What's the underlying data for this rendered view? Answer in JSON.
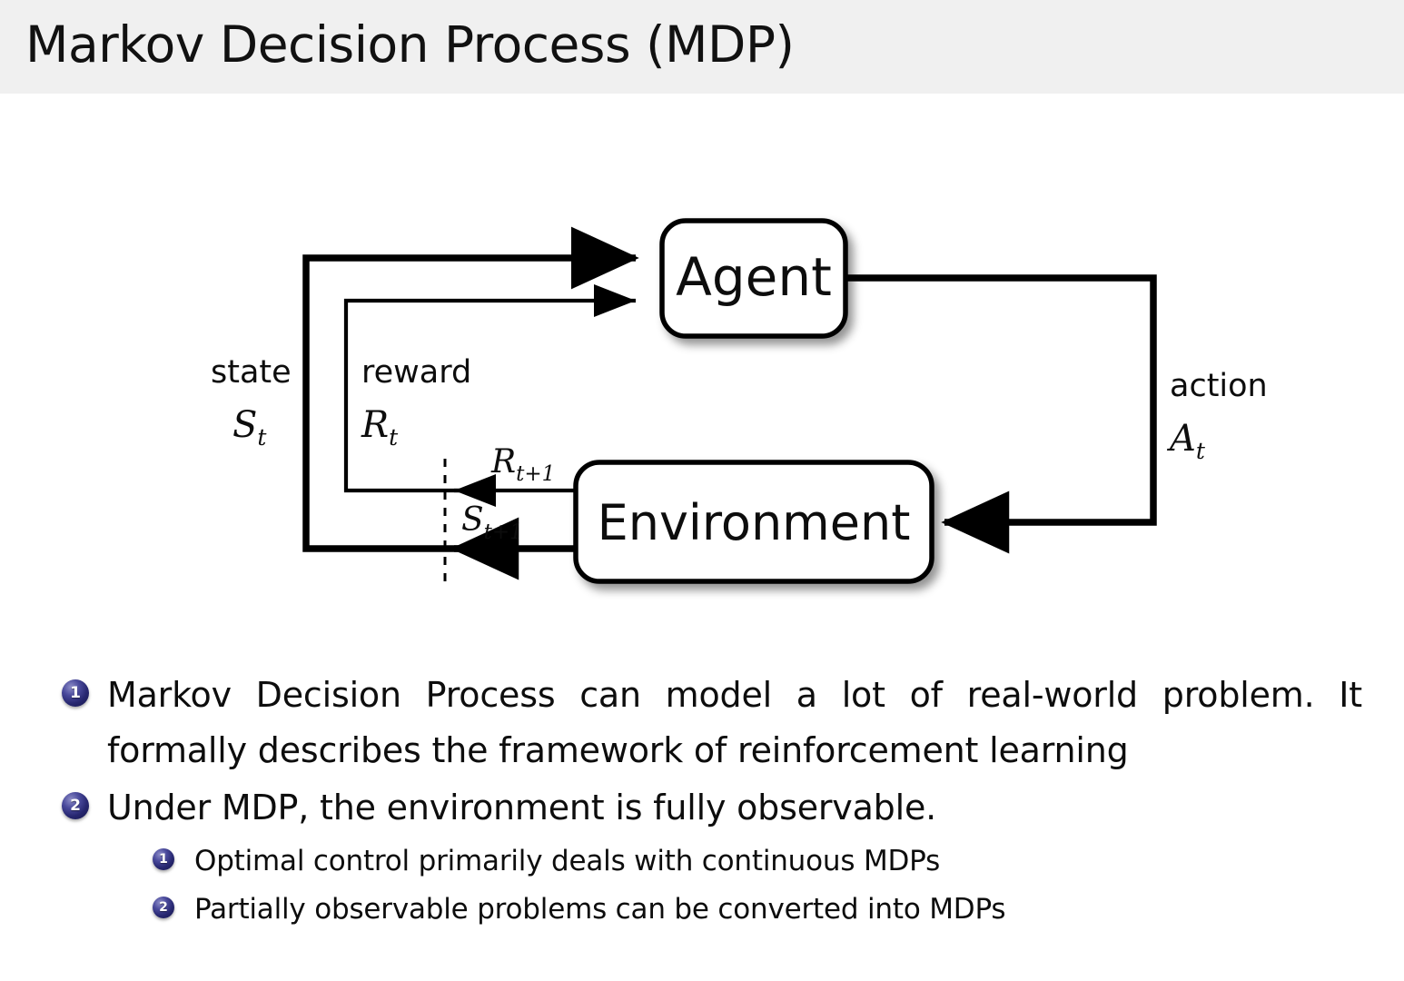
{
  "header": {
    "title": "Markov Decision Process (MDP)",
    "bar_color": "#f0f0f0"
  },
  "diagram": {
    "name": "agent-environment-interaction-loop",
    "nodes": {
      "agent": "Agent",
      "environment": "Environment"
    },
    "labels": {
      "state_word": "state",
      "state_symbol_base": "S",
      "state_symbol_sub": "t",
      "reward_word": "reward",
      "reward_symbol_base": "R",
      "reward_symbol_sub": "t",
      "action_word": "action",
      "action_symbol_base": "A",
      "action_symbol_sub": "t",
      "next_reward_base": "R",
      "next_reward_sub": "t+1",
      "next_state_base": "S",
      "next_state_sub": "t+1"
    },
    "stroke_color": "#000000",
    "fill_color": "#ffffff"
  },
  "bullets": {
    "marker_color": "#272770",
    "items": [
      {
        "number": "1",
        "level": 1,
        "lines": [
          "Markov Decision Process can model a lot of real-world problem. It",
          "formally describes the framework of reinforcement learning"
        ]
      },
      {
        "number": "2",
        "level": 1,
        "lines": [
          "Under MDP, the environment is fully observable."
        ]
      },
      {
        "number": "1",
        "level": 2,
        "lines": [
          "Optimal control primarily deals with continuous MDPs"
        ]
      },
      {
        "number": "2",
        "level": 2,
        "lines": [
          "Partially observable problems can be converted into MDPs"
        ]
      }
    ]
  }
}
